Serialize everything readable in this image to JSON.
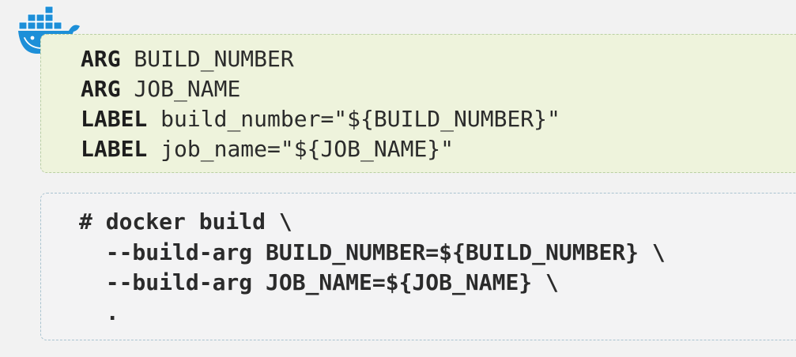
{
  "dockerfile": {
    "lines": [
      {
        "keyword": "ARG",
        "rest": " BUILD_NUMBER"
      },
      {
        "keyword": "ARG",
        "rest": " JOB_NAME"
      },
      {
        "keyword": "LABEL",
        "rest": " build_number=\"${BUILD_NUMBER}\""
      },
      {
        "keyword": "LABEL",
        "rest": " job_name=\"${JOB_NAME}\""
      }
    ]
  },
  "shell": {
    "lines": [
      "# docker build \\",
      "  --build-arg BUILD_NUMBER=${BUILD_NUMBER} \\",
      "  --build-arg JOB_NAME=${JOB_NAME} \\",
      "  ."
    ]
  },
  "icons": {
    "logo": "docker-whale-icon"
  },
  "colors": {
    "dockerfile_bg": "#eef3dc",
    "shell_bg": "#f3f3f4",
    "docker_blue": "#1d8fd8"
  }
}
